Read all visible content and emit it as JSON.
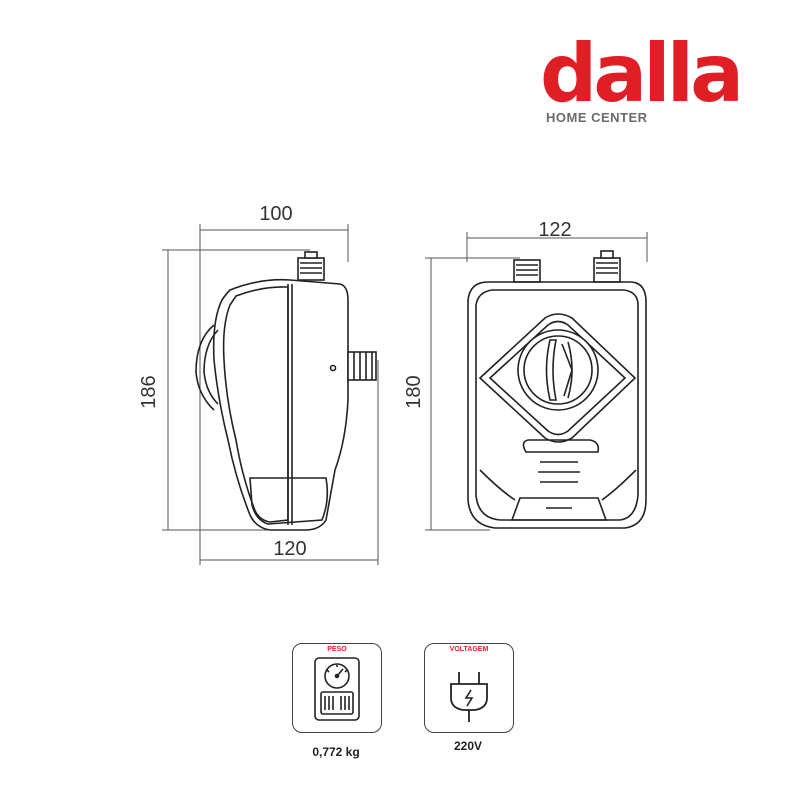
{
  "brand": {
    "name": "dalla",
    "subtitle": "HOME CENTER",
    "color": "#e01e26"
  },
  "side_view": {
    "width_top": "100",
    "height": "186",
    "width_bottom": "120"
  },
  "front_view": {
    "width": "122",
    "height": "180"
  },
  "specs": [
    {
      "title": "PESO",
      "icon": "scale-icon",
      "value": "0,772 kg"
    },
    {
      "title": "VOLTAGEM",
      "icon": "plug-icon",
      "value": "220V"
    }
  ]
}
